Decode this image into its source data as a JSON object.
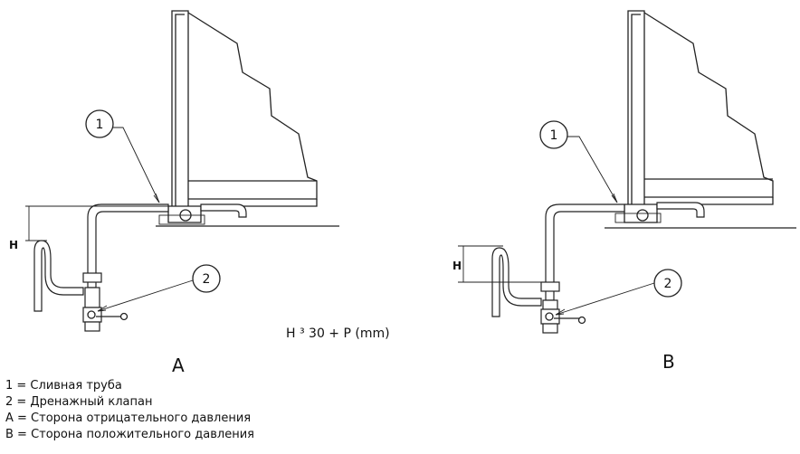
{
  "callouts": {
    "a_pipe": "1",
    "a_valve": "2",
    "b_pipe": "1",
    "b_valve": "2"
  },
  "dimension": {
    "a_label": "H",
    "b_label": "H"
  },
  "formula": "H ³  30 + P (mm)",
  "panel_labels": {
    "a": "A",
    "b": "B"
  },
  "legend": [
    "1 = Сливная труба",
    "2 = Дренажный клапан",
    "A = Сторона отрицательного давления",
    "B = Сторона положительного давления"
  ]
}
